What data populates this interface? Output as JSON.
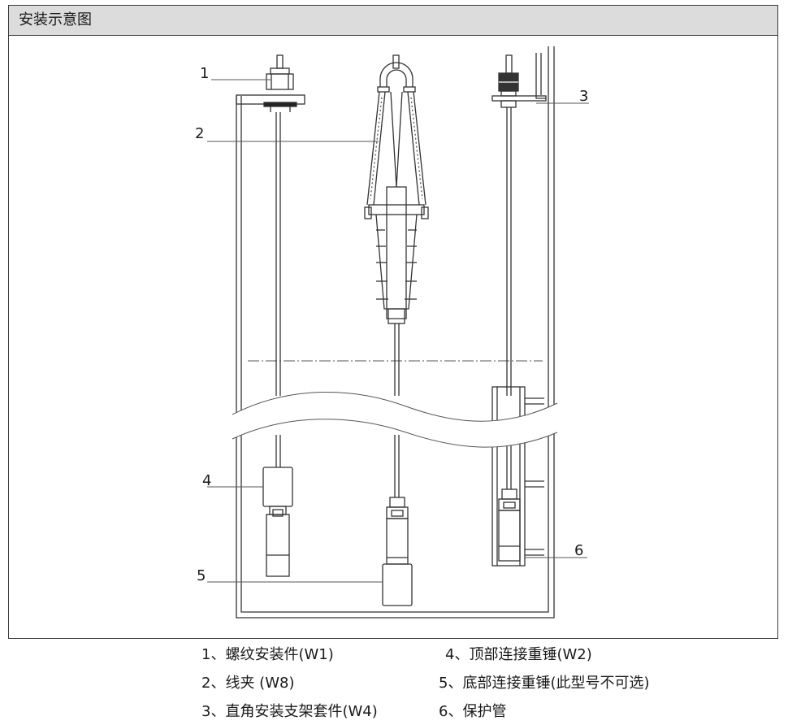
{
  "title": "安装示意图",
  "callouts": [
    "1",
    "2",
    "3",
    "4",
    "5",
    "6"
  ],
  "captions": [
    "1、螺纹安装件(W1)",
    "2、线夹  (W8)",
    "3、直角安装支架套件(W4)",
    "4、顶部连接重锤(W2)",
    "5、底部连接重锤(此型号不可选)",
    "6、保护管"
  ]
}
